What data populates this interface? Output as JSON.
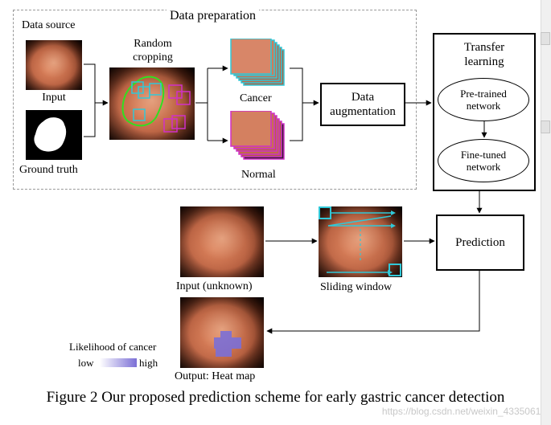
{
  "diagram": {
    "data_preparation": "Data preparation",
    "data_source": "Data source",
    "input": "Input",
    "ground_truth": "Ground truth",
    "random_cropping": [
      "Random",
      "cropping"
    ],
    "cancer": "Cancer",
    "normal": "Normal",
    "data_augmentation": [
      "Data",
      "augmentation"
    ],
    "transfer_learning": [
      "Transfer",
      "learning"
    ],
    "pretrained_network": [
      "Pre-trained",
      "network"
    ],
    "finetuned_network": [
      "Fine-tuned",
      "network"
    ],
    "prediction": "Prediction",
    "input_unknown": "Input (unknown)",
    "sliding_window": "Sliding window",
    "output_heat_map": "Output: Heat map",
    "likelihood_of_cancer": "Likelihood of cancer",
    "low": "low",
    "high": "high"
  },
  "caption": "Figure 2 Our proposed prediction scheme for early gastric cancer detection",
  "watermark": "https://blog.csdn.net/weixin_43350614",
  "colors": {
    "cancer_patch": "#30c8d8",
    "normal_patch": "#d030c8",
    "contour": "#30e020",
    "heat": "#7b6fd6"
  }
}
